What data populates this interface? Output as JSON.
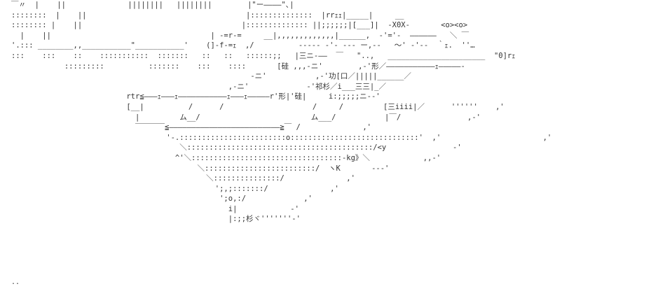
{
  "art": {
    "lines": [
      "￣〃  |    ||              ||||||||   ||||||||        |\"ー――――\"､|",
      "::::::::  |    ||                                    |::::::::::::::  |rrｪｪ|_____|     __",
      ":::::::: |    ||                                    |:::::::::::::: ||;;;;;;|[___]|  -X0X-       <o><o>",
      "  |    ||                                    | ‐=r‐=     __|,,,,,,,,,,,,,|______,  ‐'='‐  ――――――   ＼ ￣",
      "'.::: ________,,___________\"___________'    (]‐f‐=ｪ  ,/          ‐‐‐‐‐ ‐'‐ ‐‐‐ ー,‐‐   ～' ‐'‐‐  ｀ｪ.  ''…",
      ":::    :::    ::    :::::::::::  :::::::   ::   ::   ::::::;;   |三ニ‐――  ￣   \"..,   ______________________  \"0]rｪ",
      "            :::::::::          :::::::    :::    ::::       [硅 ,,,‐ニ'        ,‐'形／―――――――――――ｪ―――――‐",
      "                                                      ‐ニ'           ,‐'功[口／|||||______／",
      "                                                 ,‐ニ'             ‐'祁杉／i___三三|_／",
      "                          rtr≦―――ｪ―――ｪ―――――――――――ｪ―――ｪ―――――r'形|'硅|     i:;;;;;ニ‐‐'",
      "                          [__|          /      /                    /     /         [三iiii|／      ''''''    ,'",
      "                            |         ム__/                         ム___/           |￣/               ,‐'",
      "                            ￣￣￣￣≦―――――――――――――――――――――――――≧￣ /              ,'",
      "                                   '‐.::::::::::::::::::::::::o:::::::::::::::::::::::::::::'  ,'                       ,'",
      "                                      ＼::::::::::::::::::::::::::::::::::::::::::/<y               ‐'",
      "                                     ^'＼::::::::::::::::::::::::::::::::::‐kg》＼            ,,‐'",
      "                                          ＼:::::::::::::::::::::::::/  ヽK       ‐‐‐'",
      "                                            ＼:::::::::::::::/              ,'",
      "                                              ';,;:::::::/              ,'",
      "                                               ';o,:/             ,'",
      "                                                 i|            ‐'",
      "                                                 |:;;杉ヾ'''''''‐'",
      "",
      "",
      ""
    ],
    "footer_mark": ".."
  }
}
